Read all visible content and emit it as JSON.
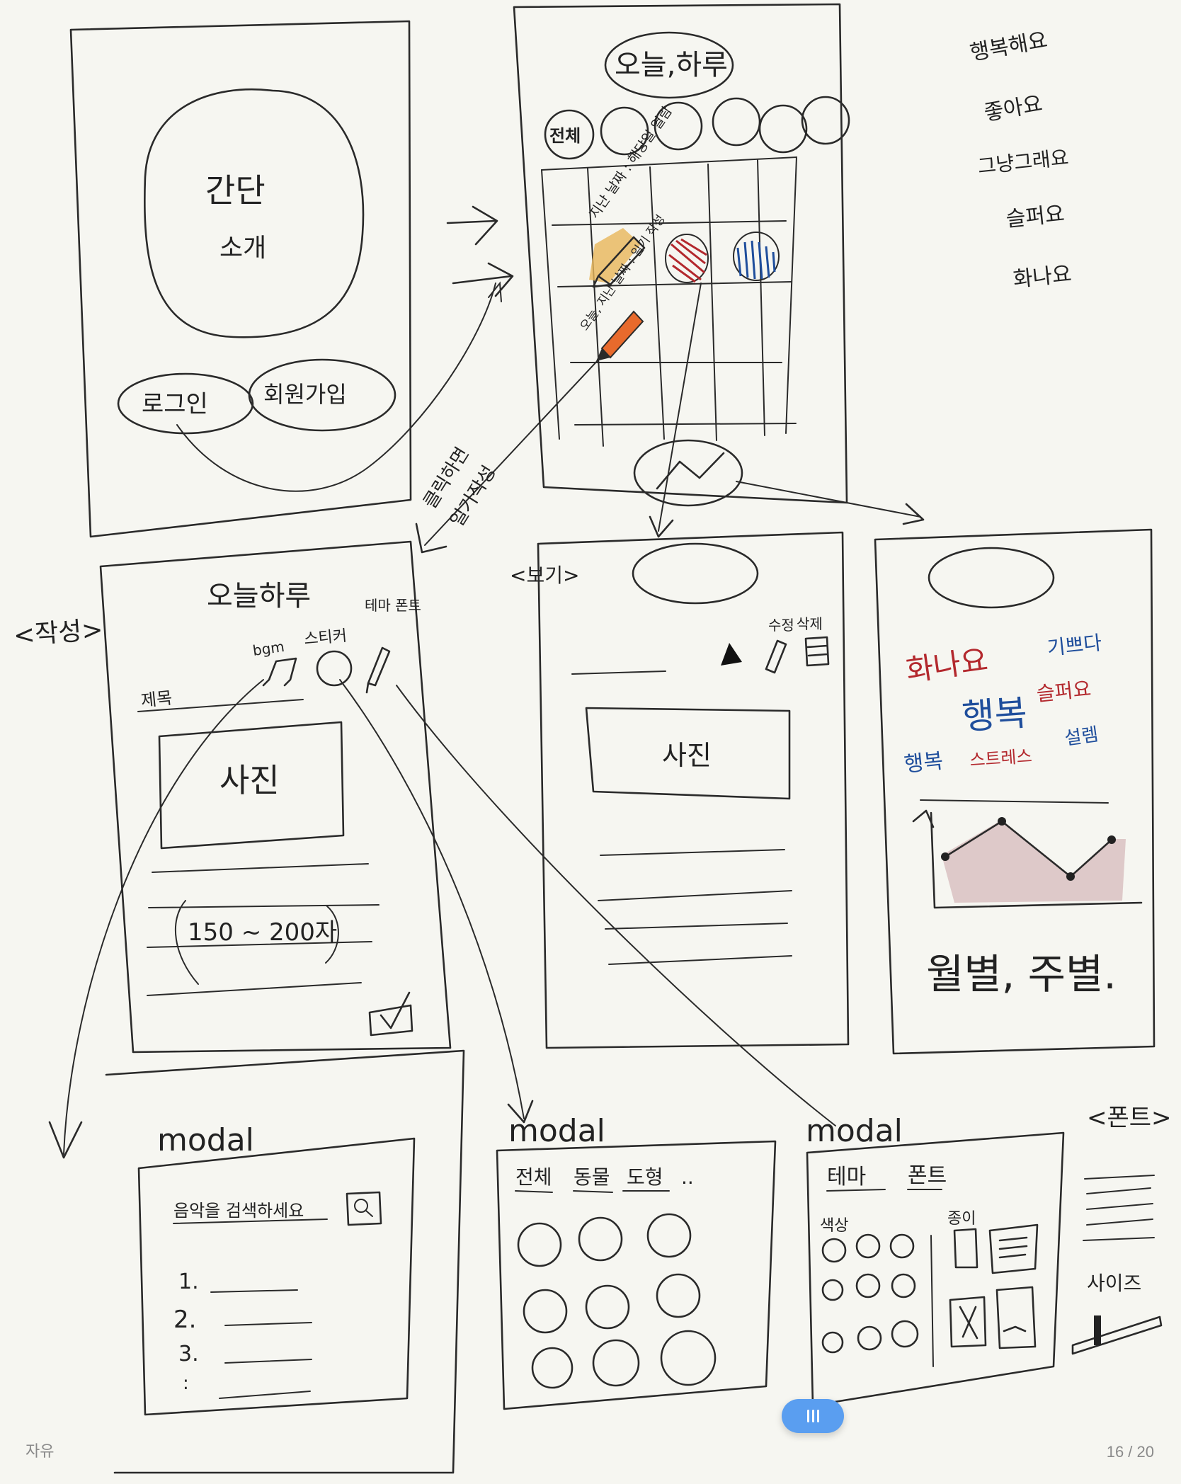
{
  "status": {
    "page_label": "자유",
    "page_counter": "16 / 20"
  },
  "colors": {
    "ink": "#2a2a2a",
    "red_ink": "#b3282d",
    "blue_ink": "#1f4e9c",
    "orange_pencil": "#e86a2c",
    "yellow_highlight": "#e8b65a",
    "chart_fill": "#dcc4c4",
    "accent_button": "#5a9ef0"
  },
  "screen_intro": {
    "logo_line1": "간단",
    "logo_line2": "소개",
    "login_button": "로그인",
    "signup_button": "회원가입"
  },
  "screen_main": {
    "title": "오늘,하루",
    "filter_first": "전체",
    "annotation_top": "지난 날짜 : 해당일 열람",
    "annotation_pencil": "오늘, 지난 날짜 : 일기 작성"
  },
  "mood_list": [
    "행복해요",
    "좋아요",
    "그냥그래요",
    "슬퍼요",
    "화나요"
  ],
  "flow_note": {
    "line1": "클릭하면",
    "line2": "일기작성"
  },
  "screen_write": {
    "side_label": "<작성>",
    "title": "오늘하루",
    "bgm_label": "bgm",
    "sticker_label": "스티커",
    "theme_font_label": "테마 폰트",
    "subject_label": "제목",
    "photo_label": "사진",
    "char_limit": "150 ~ 200자"
  },
  "screen_view": {
    "side_label": "<보기>",
    "edit_label": "수정",
    "delete_label": "삭제",
    "photo_label": "사진"
  },
  "screen_stats": {
    "words": [
      "화나요",
      "기쁘다",
      "행복",
      "슬퍼요",
      "설렘",
      "행복",
      "스트레스"
    ],
    "footer": "월별, 주별."
  },
  "modal_music": {
    "tag": "modal",
    "search_placeholder": "음악을 검색하세요",
    "list_numbers": [
      "1.",
      "2.",
      "3.",
      ":"
    ]
  },
  "modal_sticker": {
    "tag": "modal",
    "tabs": [
      "전체",
      "동물",
      "도형",
      ".."
    ]
  },
  "modal_theme": {
    "tag": "modal",
    "tabs": [
      "테마",
      "폰트"
    ],
    "section_color": "색상",
    "section_paper": "종이"
  },
  "font_panel": {
    "title": "<폰트>",
    "size_label": "사이즈"
  }
}
